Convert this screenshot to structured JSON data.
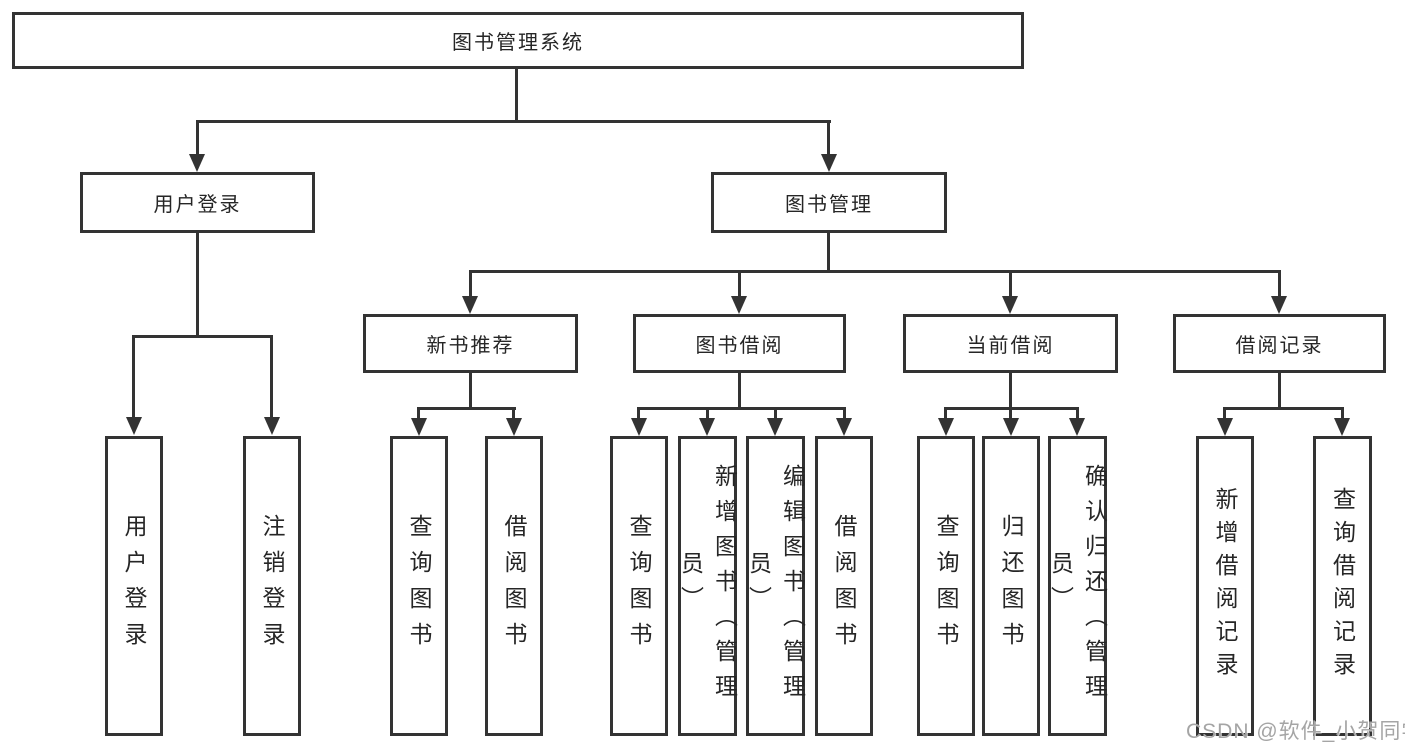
{
  "diagram": {
    "root": {
      "label": "图书管理系统"
    },
    "branches": [
      {
        "label": "用户登录",
        "children": [
          "用户登录",
          "注销登录"
        ]
      },
      {
        "label": "图书管理",
        "children": [
          {
            "label": "新书推荐",
            "children": [
              "查询图书",
              "借阅图书"
            ]
          },
          {
            "label": "图书借阅",
            "children": [
              "查询图书",
              "新增图书（管理员）",
              "编辑图书（管理员）",
              "借阅图书"
            ]
          },
          {
            "label": "当前借阅",
            "children": [
              "查询图书",
              "归还图书",
              "确认归还（管理员）"
            ]
          },
          {
            "label": "借阅记录",
            "children": [
              "新增借阅记录",
              "查询借阅记录"
            ]
          }
        ]
      }
    ]
  },
  "watermark": {
    "text": "CSDN @软件_小贺同学"
  },
  "colors": {
    "line": "#333333",
    "text": "#262626",
    "background": "#ffffff",
    "watermark": "#a5a5a5"
  }
}
